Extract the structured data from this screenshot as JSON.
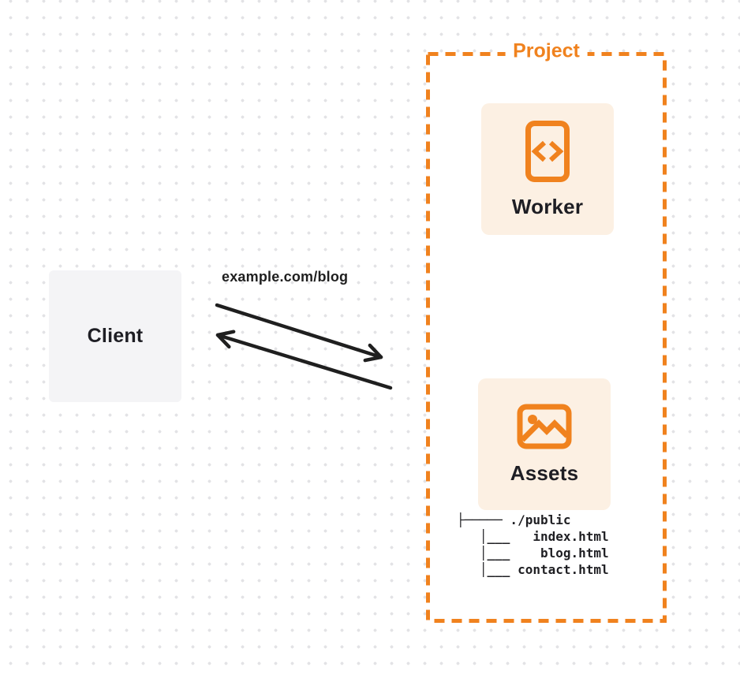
{
  "client": {
    "label": "Client"
  },
  "request_label": "example.com/blog",
  "project": {
    "label": "Project",
    "worker": {
      "label": "Worker",
      "icon": "code-file-icon"
    },
    "assets": {
      "label": "Assets",
      "icon": "image-icon",
      "file_tree": "├───── ./public\n   │___   index.html\n   │___    blog.html\n   │___ contact.html"
    }
  },
  "colors": {
    "accent": "#F0821E",
    "card_bg": "#FCF0E3",
    "arrow": "#1F1F1F",
    "client_bg": "#F4F4F6",
    "dot": "#E3E3E6",
    "text_dark": "#1E1E24"
  }
}
